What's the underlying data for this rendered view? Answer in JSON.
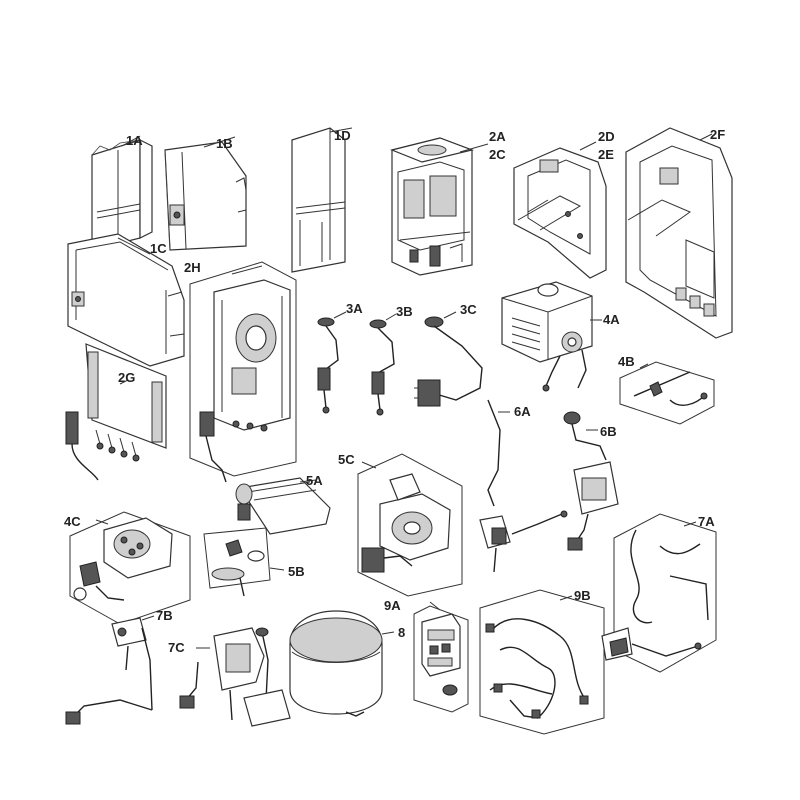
{
  "labels": {
    "1A": "1A",
    "1B": "1B",
    "1C": "1C",
    "1D": "1D",
    "2A": "2A",
    "2C": "2C",
    "2D": "2D",
    "2E": "2E",
    "2F": "2F",
    "2G": "2G",
    "2H": "2H",
    "3A": "3A",
    "3B": "3B",
    "3C": "3C",
    "4A": "4A",
    "4B": "4B",
    "4C": "4C",
    "5A": "5A",
    "5B": "5B",
    "5C": "5C",
    "6A": "6A",
    "6B": "6B",
    "7A": "7A",
    "7B": "7B",
    "7C": "7C",
    "8": "8",
    "9A": "9A",
    "9B": "9B"
  }
}
